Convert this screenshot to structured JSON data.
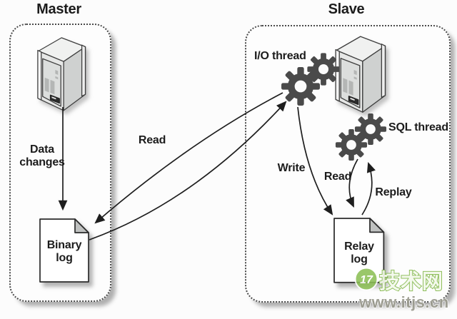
{
  "master": {
    "title": "Master",
    "data_changes": {
      "line1": "Data",
      "line2": "changes"
    },
    "binary_log": {
      "line1": "Binary",
      "line2": "log"
    }
  },
  "slave": {
    "title": "Slave",
    "io_thread_label": "I/O thread",
    "sql_thread_label": "SQL thread",
    "relay_log": {
      "line1": "Relay",
      "line2": "log"
    }
  },
  "flows": {
    "read_binlog_label": "Read",
    "write_label": "Write",
    "read_relay_label": "Read",
    "replay_label": "Replay"
  },
  "icons": {
    "master_server": "server-tower-icon",
    "slave_server": "server-tower-icon",
    "io_thread": "gears-icon",
    "sql_thread": "gears-icon",
    "binary_log": "document-icon",
    "relay_log": "document-icon"
  },
  "watermark": {
    "badge_text": "17",
    "site_name": "技术网",
    "site_url": "www.itjs.cn"
  },
  "colors": {
    "ink": "#222222",
    "gear_gray": "#4a4a4a",
    "watermark_green": "#85b94e",
    "watermark_url_gray": "#9a9a8e"
  }
}
